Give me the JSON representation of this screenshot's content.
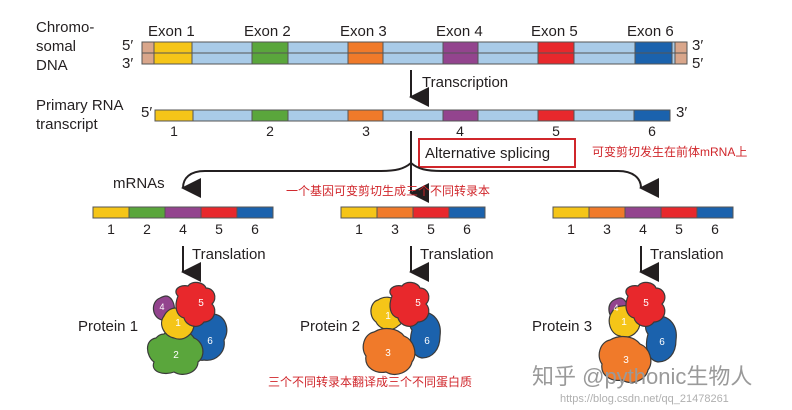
{
  "dna": {
    "label": [
      "Chromo-",
      "somal",
      "DNA"
    ],
    "exons": [
      "Exon 1",
      "Exon 2",
      "Exon 3",
      "Exon 4",
      "Exon 5",
      "Exon 6"
    ],
    "left_top": "5′",
    "left_bottom": "3′",
    "right_top": "3′",
    "right_bottom": "5′"
  },
  "transcription_label": "Transcription",
  "primary": {
    "label": [
      "Primary RNA",
      "transcript"
    ],
    "left_end": "5′",
    "right_end": "3′",
    "exon_numbers": [
      "1",
      "2",
      "3",
      "4",
      "5",
      "6"
    ]
  },
  "splicing_label": "Alternative splicing",
  "mrnas_label": "mRNAs",
  "mrna_1": [
    "1",
    "2",
    "4",
    "5",
    "6"
  ],
  "mrna_2": [
    "1",
    "3",
    "5",
    "6"
  ],
  "mrna_3": [
    "1",
    "3",
    "4",
    "5",
    "6"
  ],
  "translation_label": "Translation",
  "proteins": [
    "Protein 1",
    "Protein 2",
    "Protein 3"
  ],
  "notes": {
    "premrna": "可变剪切发生在前体mRNA上",
    "one_gene": "一个基因可变剪切生成三个不同转录本",
    "three_proteins": "三个不同转录本翻译成三个不同蛋白质"
  },
  "watermark": {
    "brand": "知乎 @python",
    "brand_rest": "ic生物人",
    "url": "https://blog.csdn.net/qq_21478261"
  },
  "colors": {
    "exon1": "#f5c518",
    "exon2": "#5aa63c",
    "exon3": "#f07a2a",
    "exon4": "#93448e",
    "exon5": "#e8282c",
    "exon6": "#1b62ad",
    "intron": "#a9cbe8",
    "dna_end": "#d9a68b",
    "highlight_box": "#d0262b"
  }
}
